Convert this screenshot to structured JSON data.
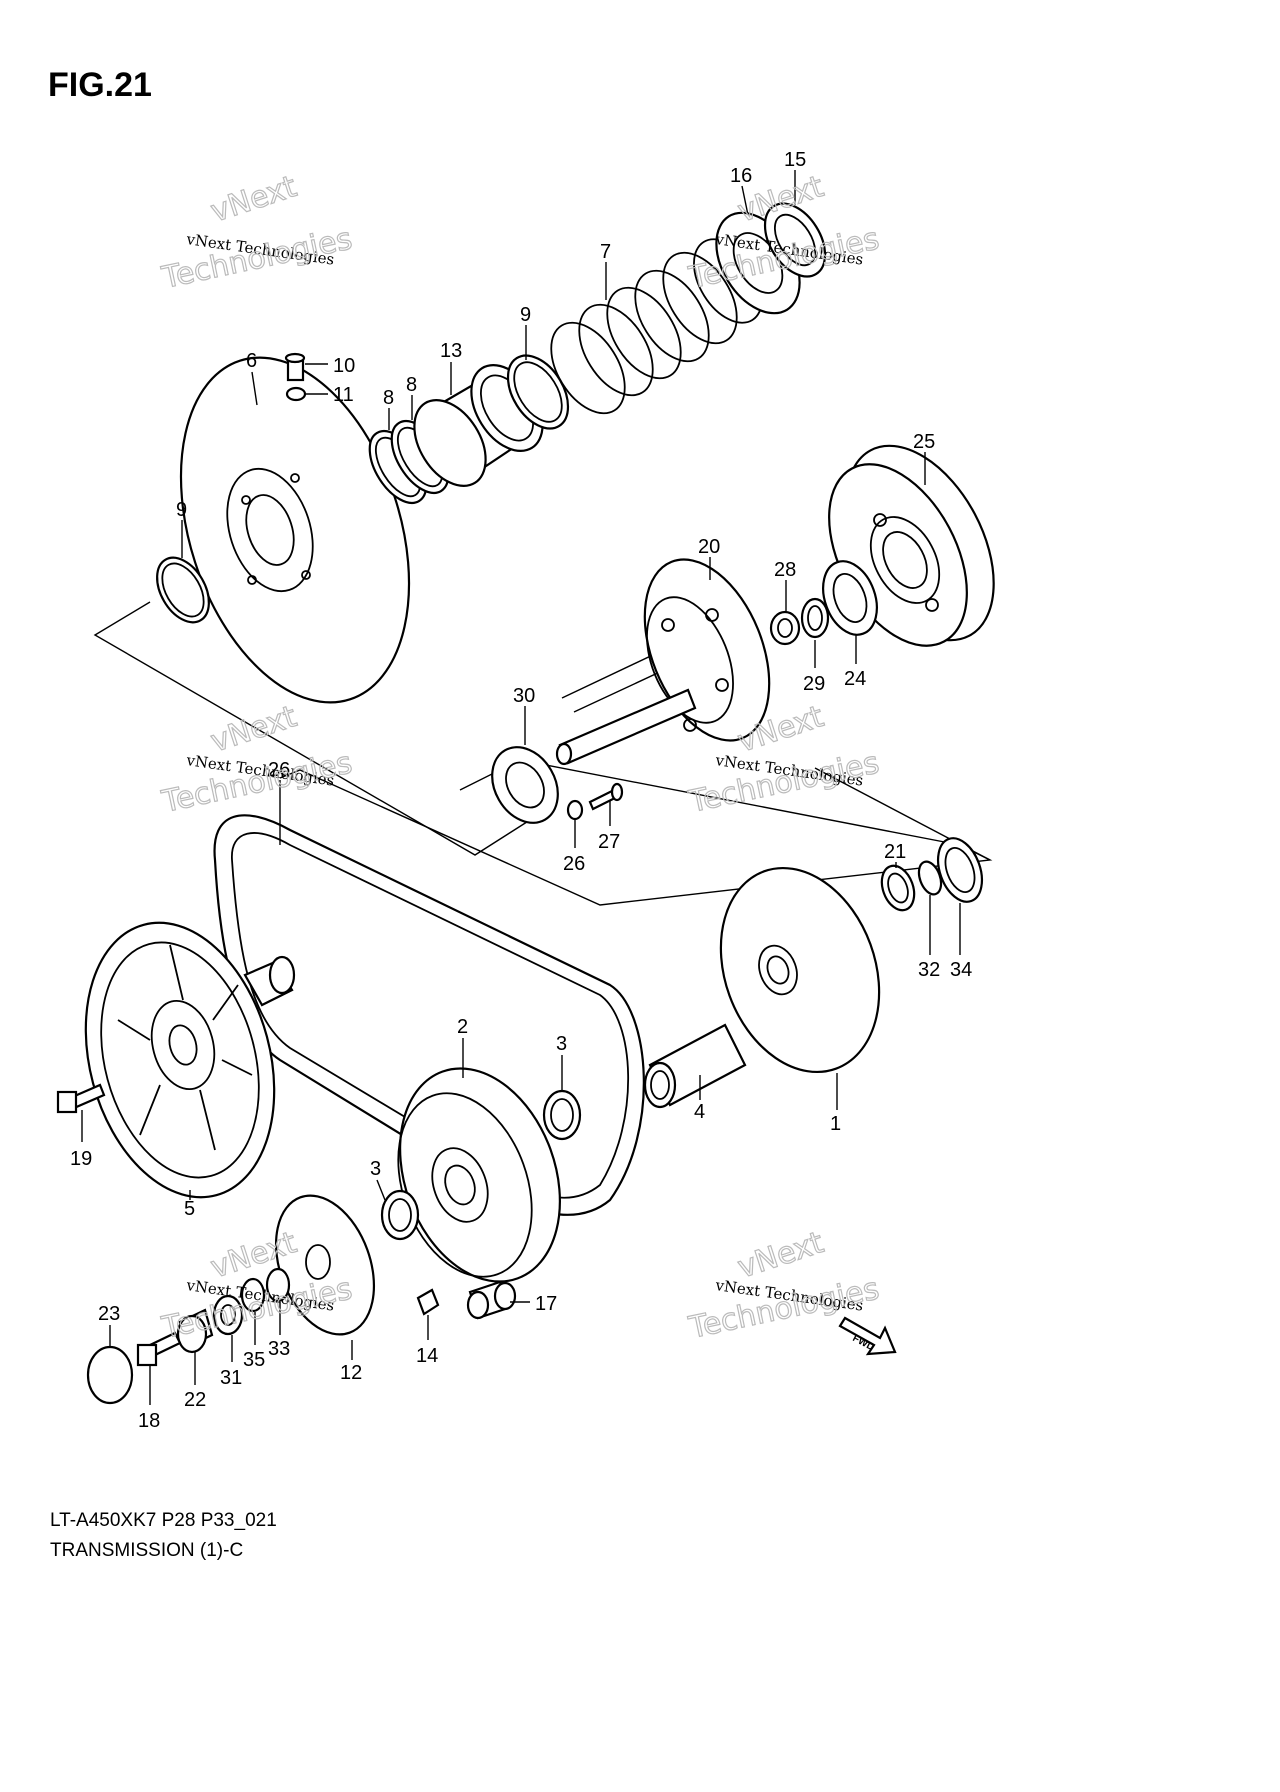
{
  "figure": {
    "title": "FIG.21",
    "model_code": "LT-A450XK7 P28 P33_021",
    "diagram_name": "TRANSMISSION (1)-C"
  },
  "watermark": {
    "line1": "vNext",
    "line2": "vNext Technologies",
    "line3": "Technologies"
  },
  "fwd_label": "FWD",
  "callouts": {
    "c1": "1",
    "c2": "2",
    "c3a": "3",
    "c3b": "3",
    "c4": "4",
    "c5": "5",
    "c6": "6",
    "c7": "7",
    "c8a": "8",
    "c8b": "8",
    "c9a": "9",
    "c9b": "9",
    "c10": "10",
    "c11": "11",
    "c12": "12",
    "c13": "13",
    "c14": "14",
    "c15": "15",
    "c16": "16",
    "c17": "17",
    "c18": "18",
    "c19": "19",
    "c20": "20",
    "c21": "21",
    "c22": "22",
    "c23": "23",
    "c24": "24",
    "c25": "25",
    "c26a": "26",
    "c26b": "26",
    "c27": "27",
    "c28": "28",
    "c29": "29",
    "c30": "30",
    "c31": "31",
    "c32": "32",
    "c33": "33",
    "c34": "34",
    "c35": "35"
  }
}
